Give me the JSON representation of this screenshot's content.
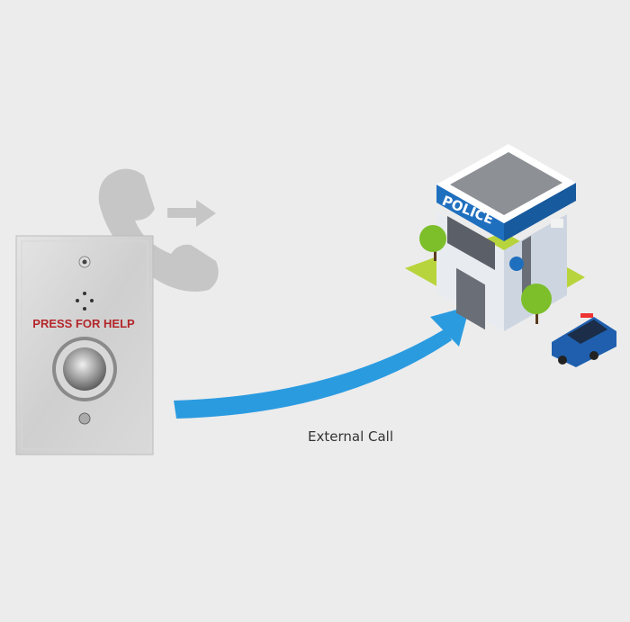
{
  "panel": {
    "label": "PRESS FOR HELP",
    "label_color": "#b3262a"
  },
  "building": {
    "sign": "POLICE",
    "brand_color": "#1f6fbf"
  },
  "flow": {
    "caption": "External Call",
    "arrow_color": "#2b9be0"
  },
  "icons": [
    "phone-handset-icon",
    "right-arrow-icon",
    "police-station-icon",
    "police-car-icon",
    "tree-icon"
  ]
}
